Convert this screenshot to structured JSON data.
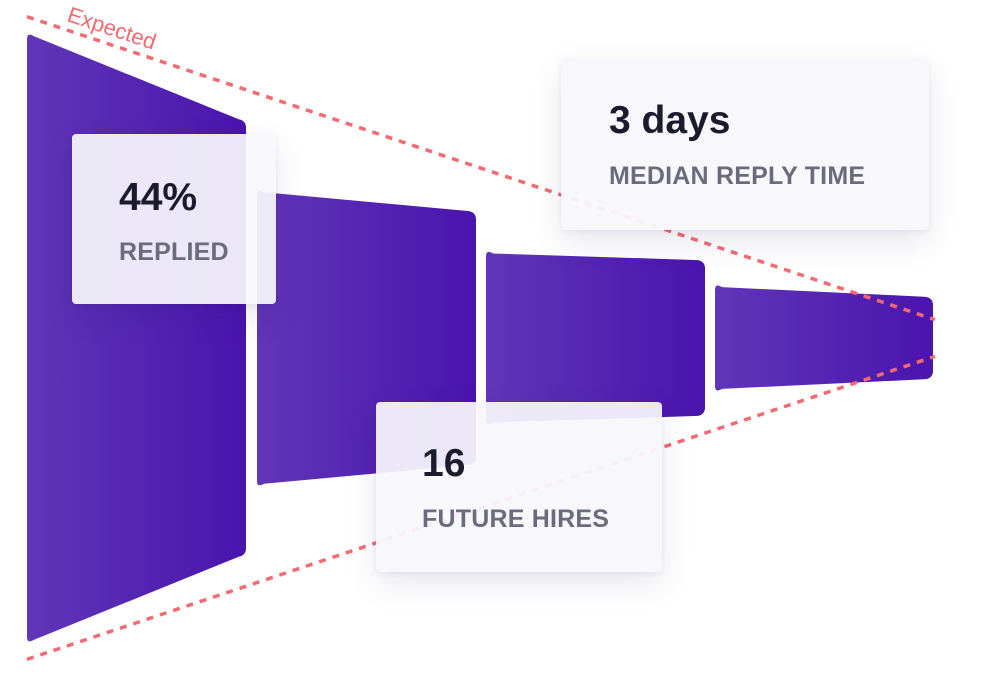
{
  "chart_data": {
    "type": "funnel",
    "stages": [
      {
        "start_share": 1.0,
        "end_share": 0.71
      },
      {
        "start_share": 0.49,
        "end_share": 0.41
      },
      {
        "start_share": 0.29,
        "end_share": 0.25
      },
      {
        "start_share": 0.18,
        "end_share": 0.13
      }
    ],
    "expected_line": {
      "label": "Expected",
      "start_share": 1.05,
      "end_share": 0.06
    },
    "colors": {
      "stage_start": "#6136b8",
      "stage_end": "#4a14ad",
      "expected_line": "#f26b72"
    }
  },
  "stats": {
    "replied": {
      "value": "44%",
      "label": "REPLIED"
    },
    "reply_time": {
      "value": "3 days",
      "label": "MEDIAN REPLY TIME"
    },
    "hires": {
      "value": "16",
      "label": "FUTURE HIRES"
    }
  }
}
